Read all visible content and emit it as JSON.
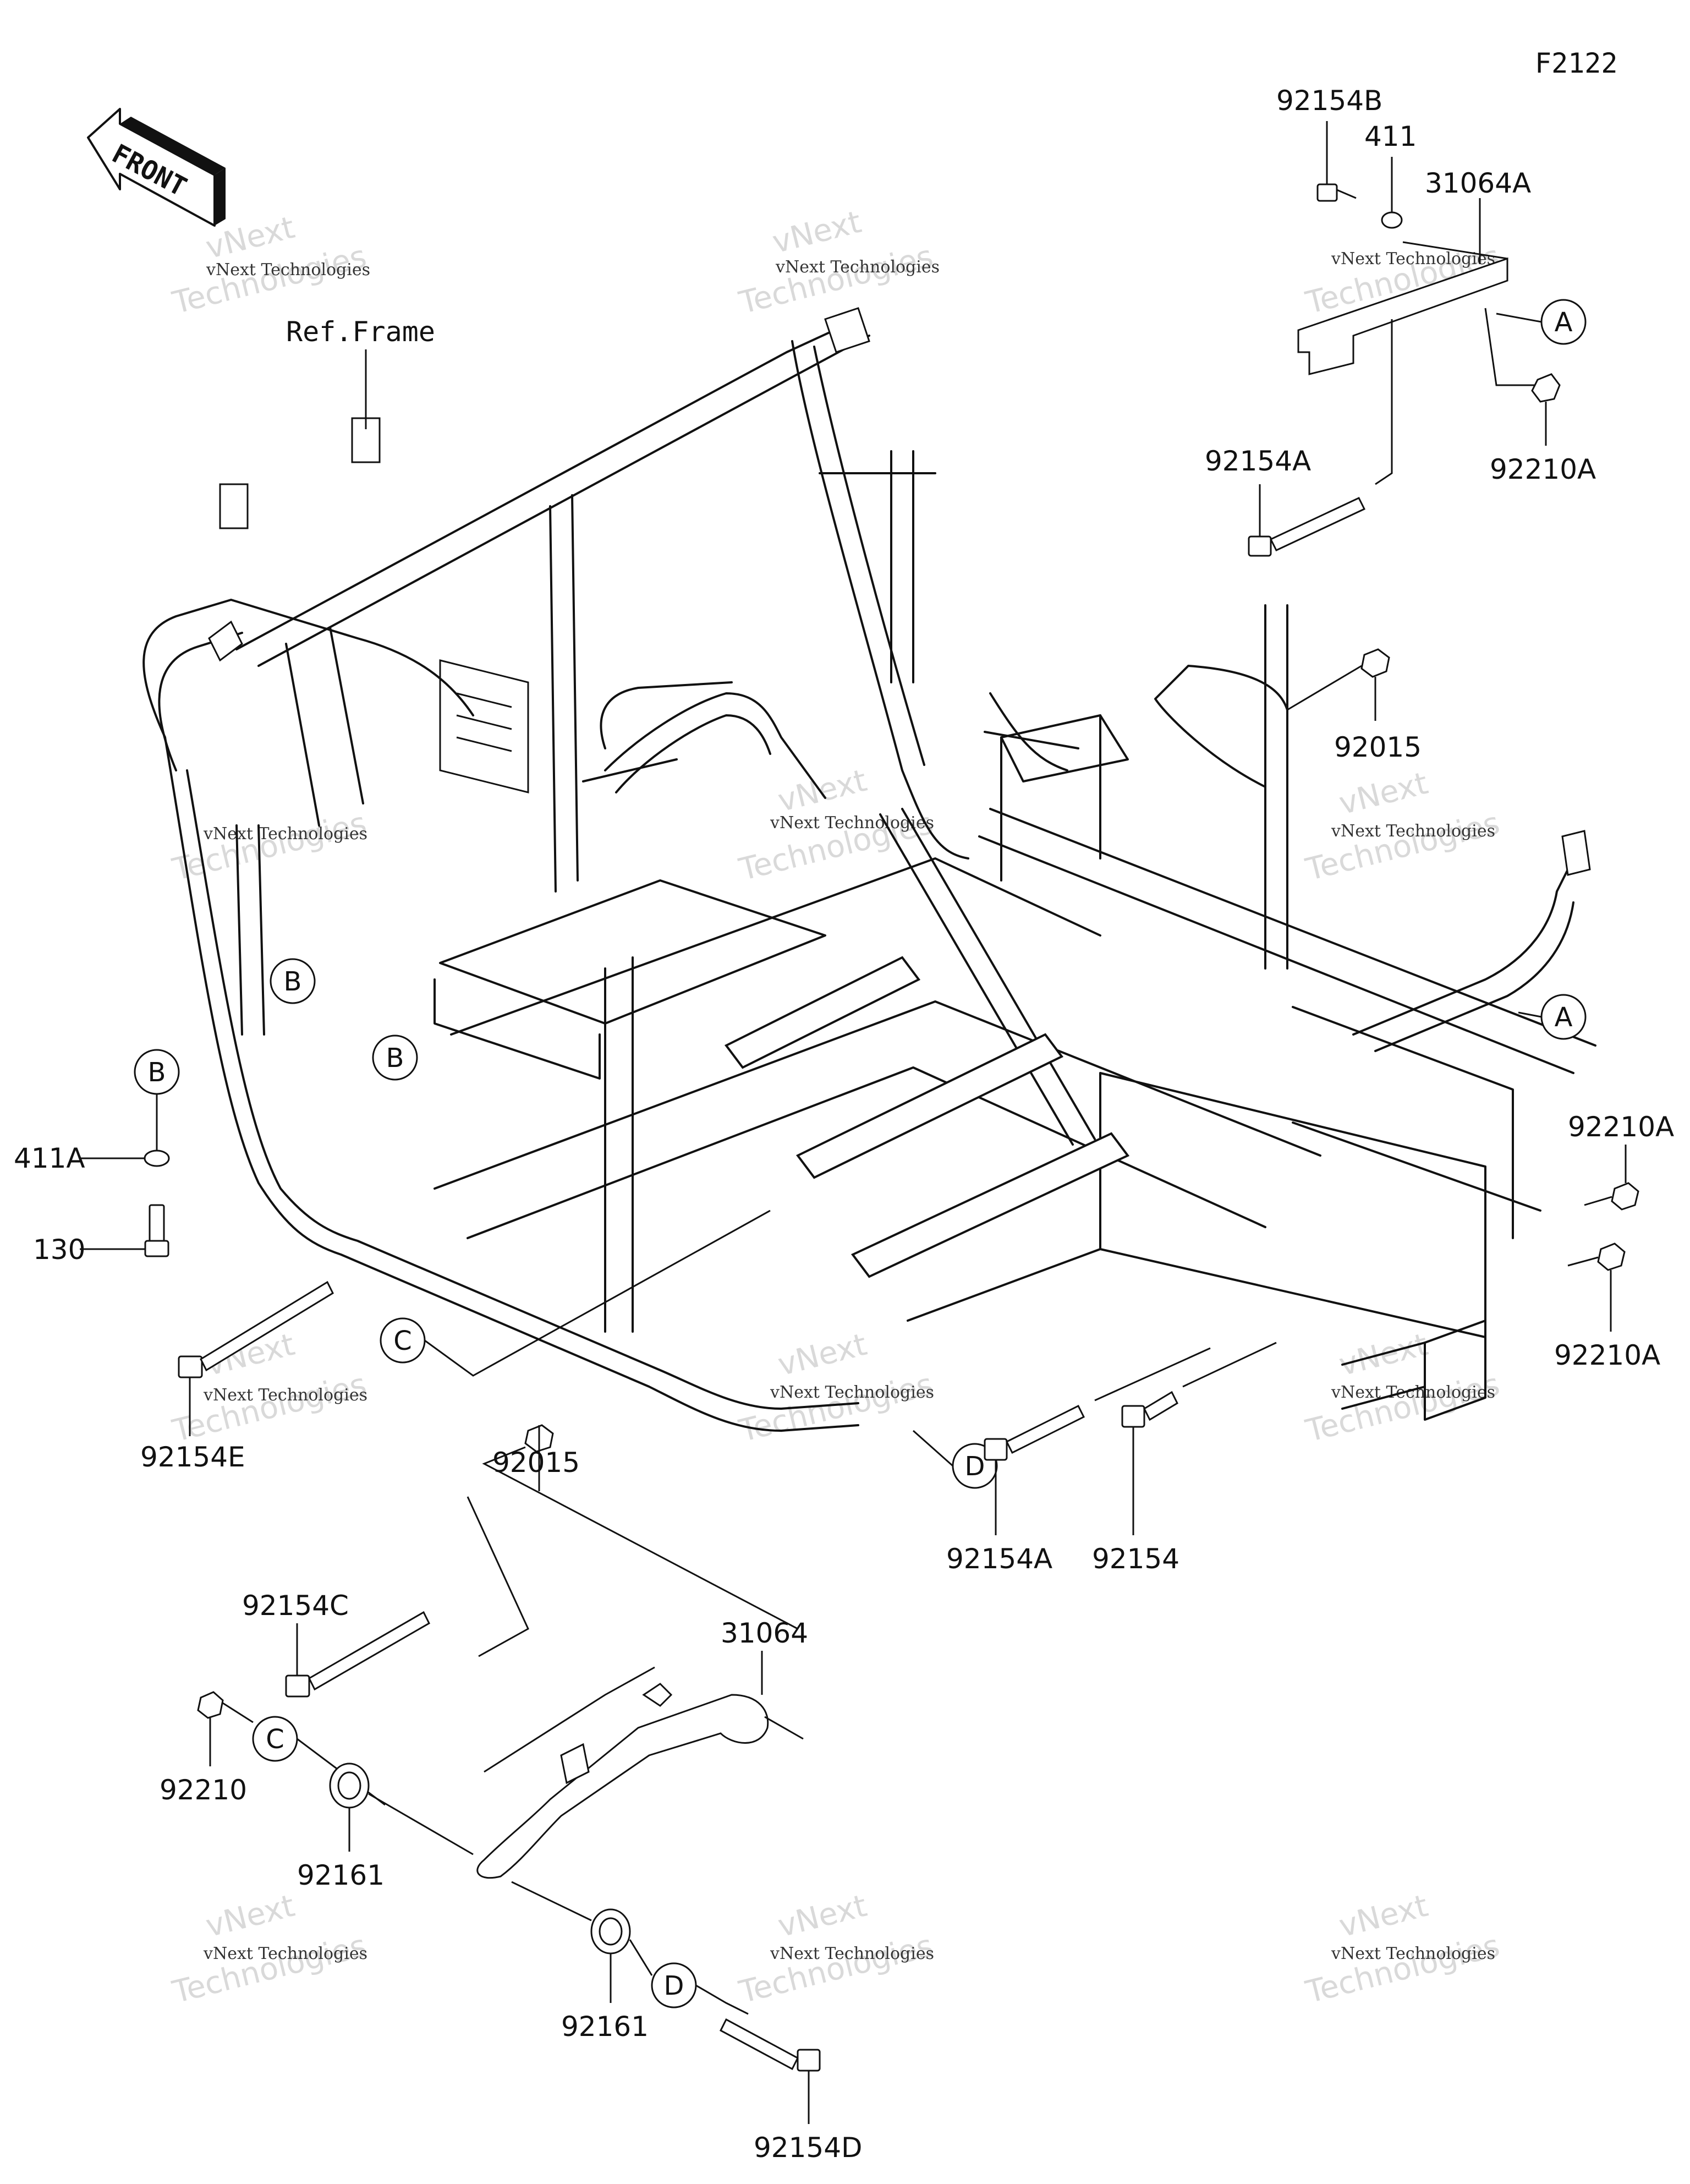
{
  "diagram_code": "F2122",
  "front_label": "FRONT",
  "ref_frame_label": "Ref.Frame",
  "callout_letters": {
    "a": "A",
    "b": "B",
    "c": "C",
    "d": "D"
  },
  "part_numbers": {
    "p92154B": "92154B",
    "p411": "411",
    "p31064A": "31064A",
    "p92210A_top": "92210A",
    "p92154A_top": "92154A",
    "p92015_right": "92015",
    "p92210A_r1": "92210A",
    "p92210A_r2": "92210A",
    "p411A": "411A",
    "p130": "130",
    "p92154E": "92154E",
    "p92015_bottom": "92015",
    "p92154C": "92154C",
    "p31064": "31064",
    "p92210": "92210",
    "p92161_left": "92161",
    "p92161_right": "92161",
    "p92154D": "92154D",
    "p92154A_bottom": "92154A",
    "p92154": "92154"
  },
  "watermark": {
    "small_text": "vNext Technologies",
    "large_text": "Technologies",
    "large_prefix": "vNext"
  }
}
